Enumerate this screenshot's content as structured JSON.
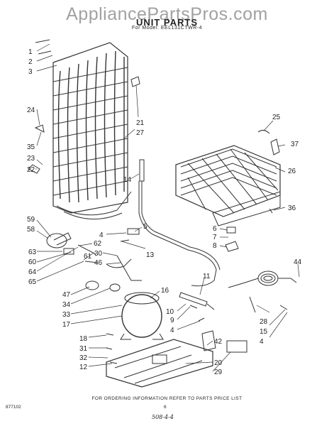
{
  "watermark": "AppliancePartsPros.com",
  "title": "UNIT PARTS",
  "subtitle": "For Model: EEL131CTWR-4",
  "footer": "FOR ORDERING INFORMATION REFER TO PARTS PRICE LIST",
  "code": "877102",
  "page_number": "6",
  "handwritten_note": "508-4-4",
  "callouts": [
    "1",
    "2",
    "3",
    "24",
    "35",
    "23",
    "22",
    "21",
    "27",
    "14",
    "25",
    "37",
    "26",
    "36",
    "59",
    "58",
    "63",
    "60",
    "64",
    "65",
    "62",
    "61",
    "4",
    "5",
    "13",
    "30",
    "46",
    "47",
    "34",
    "33",
    "16",
    "17",
    "6",
    "7",
    "8",
    "11",
    "9",
    "10",
    "4",
    "44",
    "28",
    "15",
    "4",
    "18",
    "31",
    "32",
    "12",
    "42",
    "20",
    "29"
  ]
}
